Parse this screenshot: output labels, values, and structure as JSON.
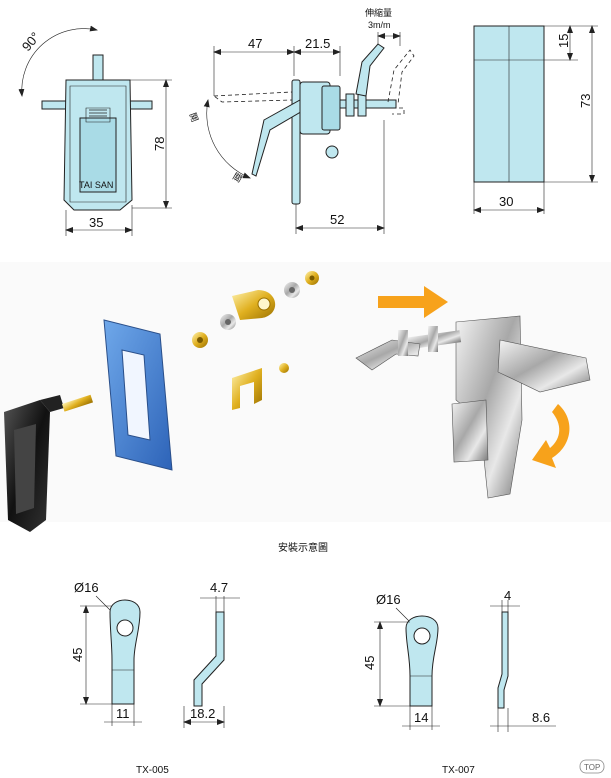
{
  "colors": {
    "part_fill": "#bfe7ef",
    "line": "#222222",
    "arrow": "#f7a21b",
    "panel": "#3b7fd1"
  },
  "front_view": {
    "angle": "90°",
    "width": "35",
    "height": "78",
    "brand": "TAI SAN"
  },
  "side_view": {
    "dim_47": "47",
    "dim_21_5": "21.5",
    "dim_52": "52",
    "travel_label": "伸縮量",
    "travel_value": "3m/m",
    "open_label": "開",
    "close_label": "關"
  },
  "rear_view": {
    "dim_15": "15",
    "dim_73": "73",
    "dim_30": "30"
  },
  "install": {
    "caption": "安裝示意圖"
  },
  "tx005": {
    "hole": "Ø16",
    "length": "45",
    "width": "11",
    "thickness": "4.7",
    "offset": "18.2",
    "model": "TX-005"
  },
  "tx007": {
    "hole": "Ø16",
    "length": "45",
    "width": "14",
    "thickness": "4",
    "offset": "8.6",
    "model": "TX-007"
  },
  "top_badge": "TOP"
}
